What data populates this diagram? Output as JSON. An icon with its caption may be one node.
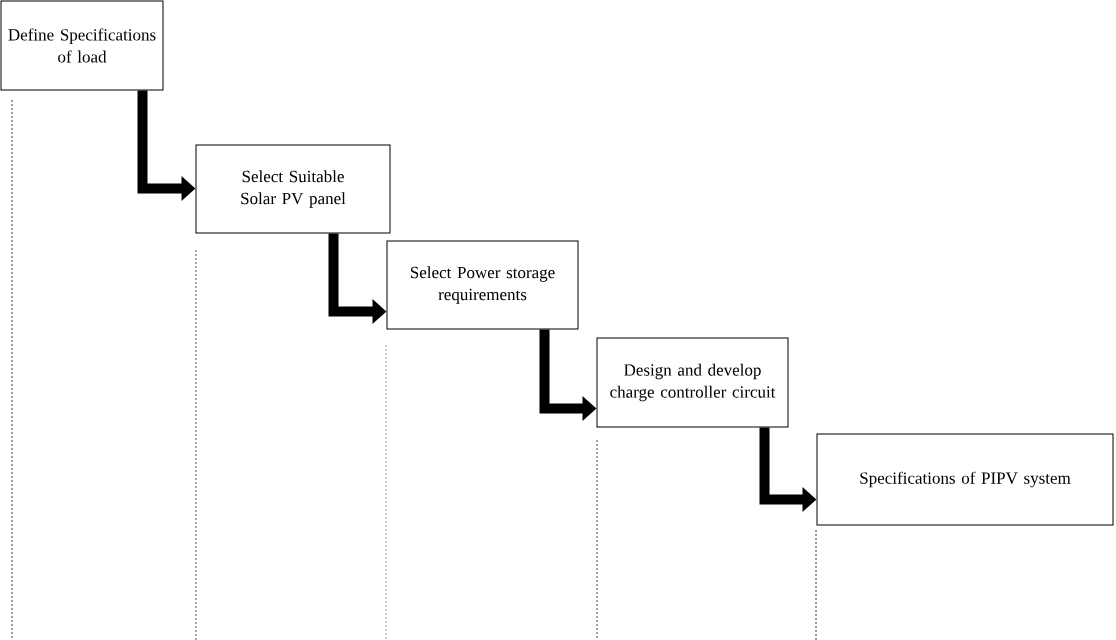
{
  "diagram": {
    "nodes": [
      {
        "text": [
          "Define Specifications of load"
        ]
      },
      {
        "text": [
          "Select Suitable Solar PV panel"
        ]
      },
      {
        "text": [
          "Select Power storage requirements"
        ]
      },
      {
        "text": [
          "Design and develop charge controller circuit"
        ]
      },
      {
        "text": [
          "Specifications of PIPV system"
        ]
      }
    ],
    "edges": [
      {
        "from": 0,
        "to": 1,
        "arrow": "to"
      },
      {
        "from": 1,
        "to": 2,
        "arrow": "to"
      },
      {
        "from": 2,
        "to": 3,
        "arrow": "to"
      },
      {
        "from": 3,
        "to": 4,
        "arrow": "to"
      }
    ]
  }
}
